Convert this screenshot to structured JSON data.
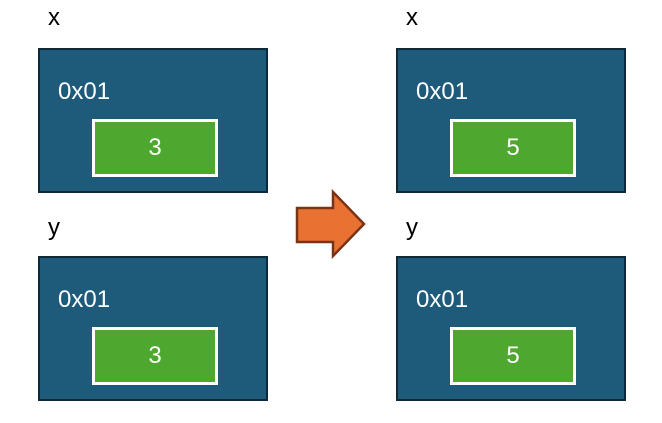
{
  "diagram": {
    "description": "Two variables x and y referencing the same memory address 0x01; after update the stored value changes from 3 to 5 in both views",
    "colors": {
      "box_fill": "#1E5B7B",
      "box_border": "#0E2A3A",
      "value_fill": "#4EA72E",
      "value_border": "#FFFFFF",
      "arrow_fill": "#E97132",
      "arrow_border": "#7A3413",
      "label_color": "#000000",
      "box_text_color": "#FFFFFF"
    },
    "before": {
      "x": {
        "label": "x",
        "address": "0x01",
        "value": "3"
      },
      "y": {
        "label": "y",
        "address": "0x01",
        "value": "3"
      }
    },
    "after": {
      "x": {
        "label": "x",
        "address": "0x01",
        "value": "5"
      },
      "y": {
        "label": "y",
        "address": "0x01",
        "value": "5"
      }
    },
    "arrow": {
      "icon": "right-block-arrow",
      "meaning": "state transition"
    }
  }
}
